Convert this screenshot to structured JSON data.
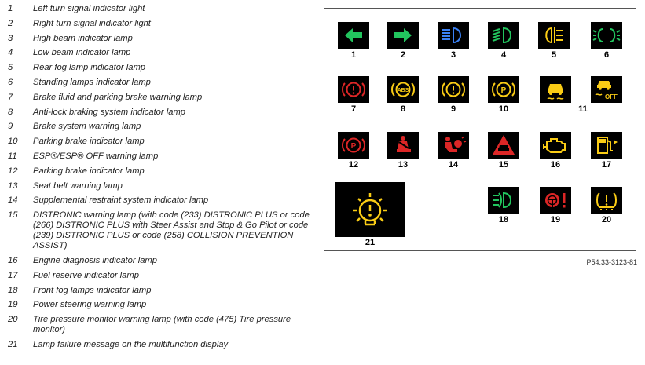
{
  "legend": [
    {
      "n": "1",
      "text": "Left turn signal indicator light"
    },
    {
      "n": "2",
      "text": "Right turn signal indicator light"
    },
    {
      "n": "3",
      "text": "High beam indicator lamp"
    },
    {
      "n": "4",
      "text": "Low beam indicator lamp"
    },
    {
      "n": "5",
      "text": "Rear fog lamp indicator lamp"
    },
    {
      "n": "6",
      "text": "Standing lamps indicator lamp"
    },
    {
      "n": "7",
      "text": "Brake fluid and parking brake warning lamp"
    },
    {
      "n": "8",
      "text": "Anti-lock braking system indicator lamp"
    },
    {
      "n": "9",
      "text": "Brake system warning lamp"
    },
    {
      "n": "10",
      "text": "Parking brake indicator lamp"
    },
    {
      "n": "11",
      "text": "ESP®/ESP® OFF warning lamp"
    },
    {
      "n": "12",
      "text": "Parking brake indicator lamp"
    },
    {
      "n": "13",
      "text": "Seat belt warning lamp"
    },
    {
      "n": "14",
      "text": "Supplemental restraint system indicator lamp"
    },
    {
      "n": "15",
      "text": "DISTRONIC warning lamp (with code (233) DISTRONIC PLUS or code (266) DISTRONIC PLUS with Steer Assist and Stop & Go Pilot or code (239) DISTRONIC PLUS or code (258) COLLISION PREVENTION ASSIST)"
    },
    {
      "n": "16",
      "text": "Engine diagnosis indicator lamp"
    },
    {
      "n": "17",
      "text": "Fuel reserve indicator lamp"
    },
    {
      "n": "18",
      "text": "Front fog lamps indicator lamp"
    },
    {
      "n": "19",
      "text": "Power steering warning lamp"
    },
    {
      "n": "20",
      "text": "Tire pressure monitor warning lamp (with code (475) Tire pressure monitor)"
    },
    {
      "n": "21",
      "text": "Lamp failure message on the multifunction display"
    }
  ],
  "panel": {
    "figure_code": "P54.33-3123-81",
    "captions": {
      "c1": "1",
      "c2": "2",
      "c3": "3",
      "c4": "4",
      "c5": "5",
      "c6": "6",
      "c7": "7",
      "c8": "8",
      "c9": "9",
      "c10": "10",
      "c11": "11",
      "c12": "12",
      "c13": "13",
      "c14": "14",
      "c15": "15",
      "c16": "16",
      "c17": "17",
      "c18": "18",
      "c19": "19",
      "c20": "20",
      "c21": "21"
    },
    "icon_text": {
      "abs": "ABS",
      "p": "P",
      "off": "OFF"
    },
    "colors": {
      "green": "#22c55e",
      "blue": "#3b82f6",
      "yellow": "#facc15",
      "red": "#dc2626",
      "tile": "#000000"
    }
  }
}
